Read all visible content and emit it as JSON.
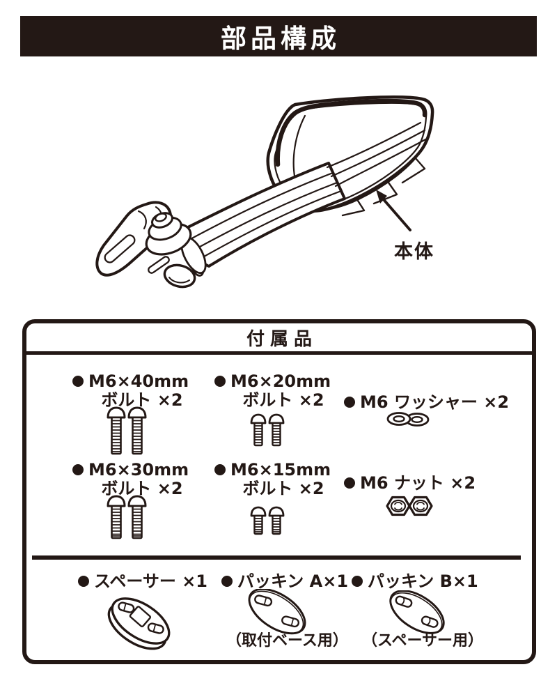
{
  "banner": {
    "title": "部品構成"
  },
  "illustration": {
    "part_label": "本体"
  },
  "accessories": {
    "title": "付属品",
    "items": [
      {
        "id": "bolt40",
        "line1": "M6×40mm",
        "line2": "ボルト ×2"
      },
      {
        "id": "bolt20",
        "line1": "M6×20mm",
        "line2": "ボルト ×2"
      },
      {
        "id": "washer",
        "line1": "M6 ワッシャー ×2"
      },
      {
        "id": "bolt30",
        "line1": "M6×30mm",
        "line2": "ボルト ×2"
      },
      {
        "id": "bolt15",
        "line1": "M6×15mm",
        "line2": "ボルト ×2"
      },
      {
        "id": "nut",
        "line1": "M6 ナット ×2"
      },
      {
        "id": "spacer",
        "line1": "スペーサー ×1"
      },
      {
        "id": "packingA",
        "line1": "パッキン A×1",
        "note": "（取付ベース用）"
      },
      {
        "id": "packingB",
        "line1": "パッキン B×1",
        "note": "（スペーサー用）"
      }
    ]
  },
  "colors": {
    "ink": "#231815"
  }
}
